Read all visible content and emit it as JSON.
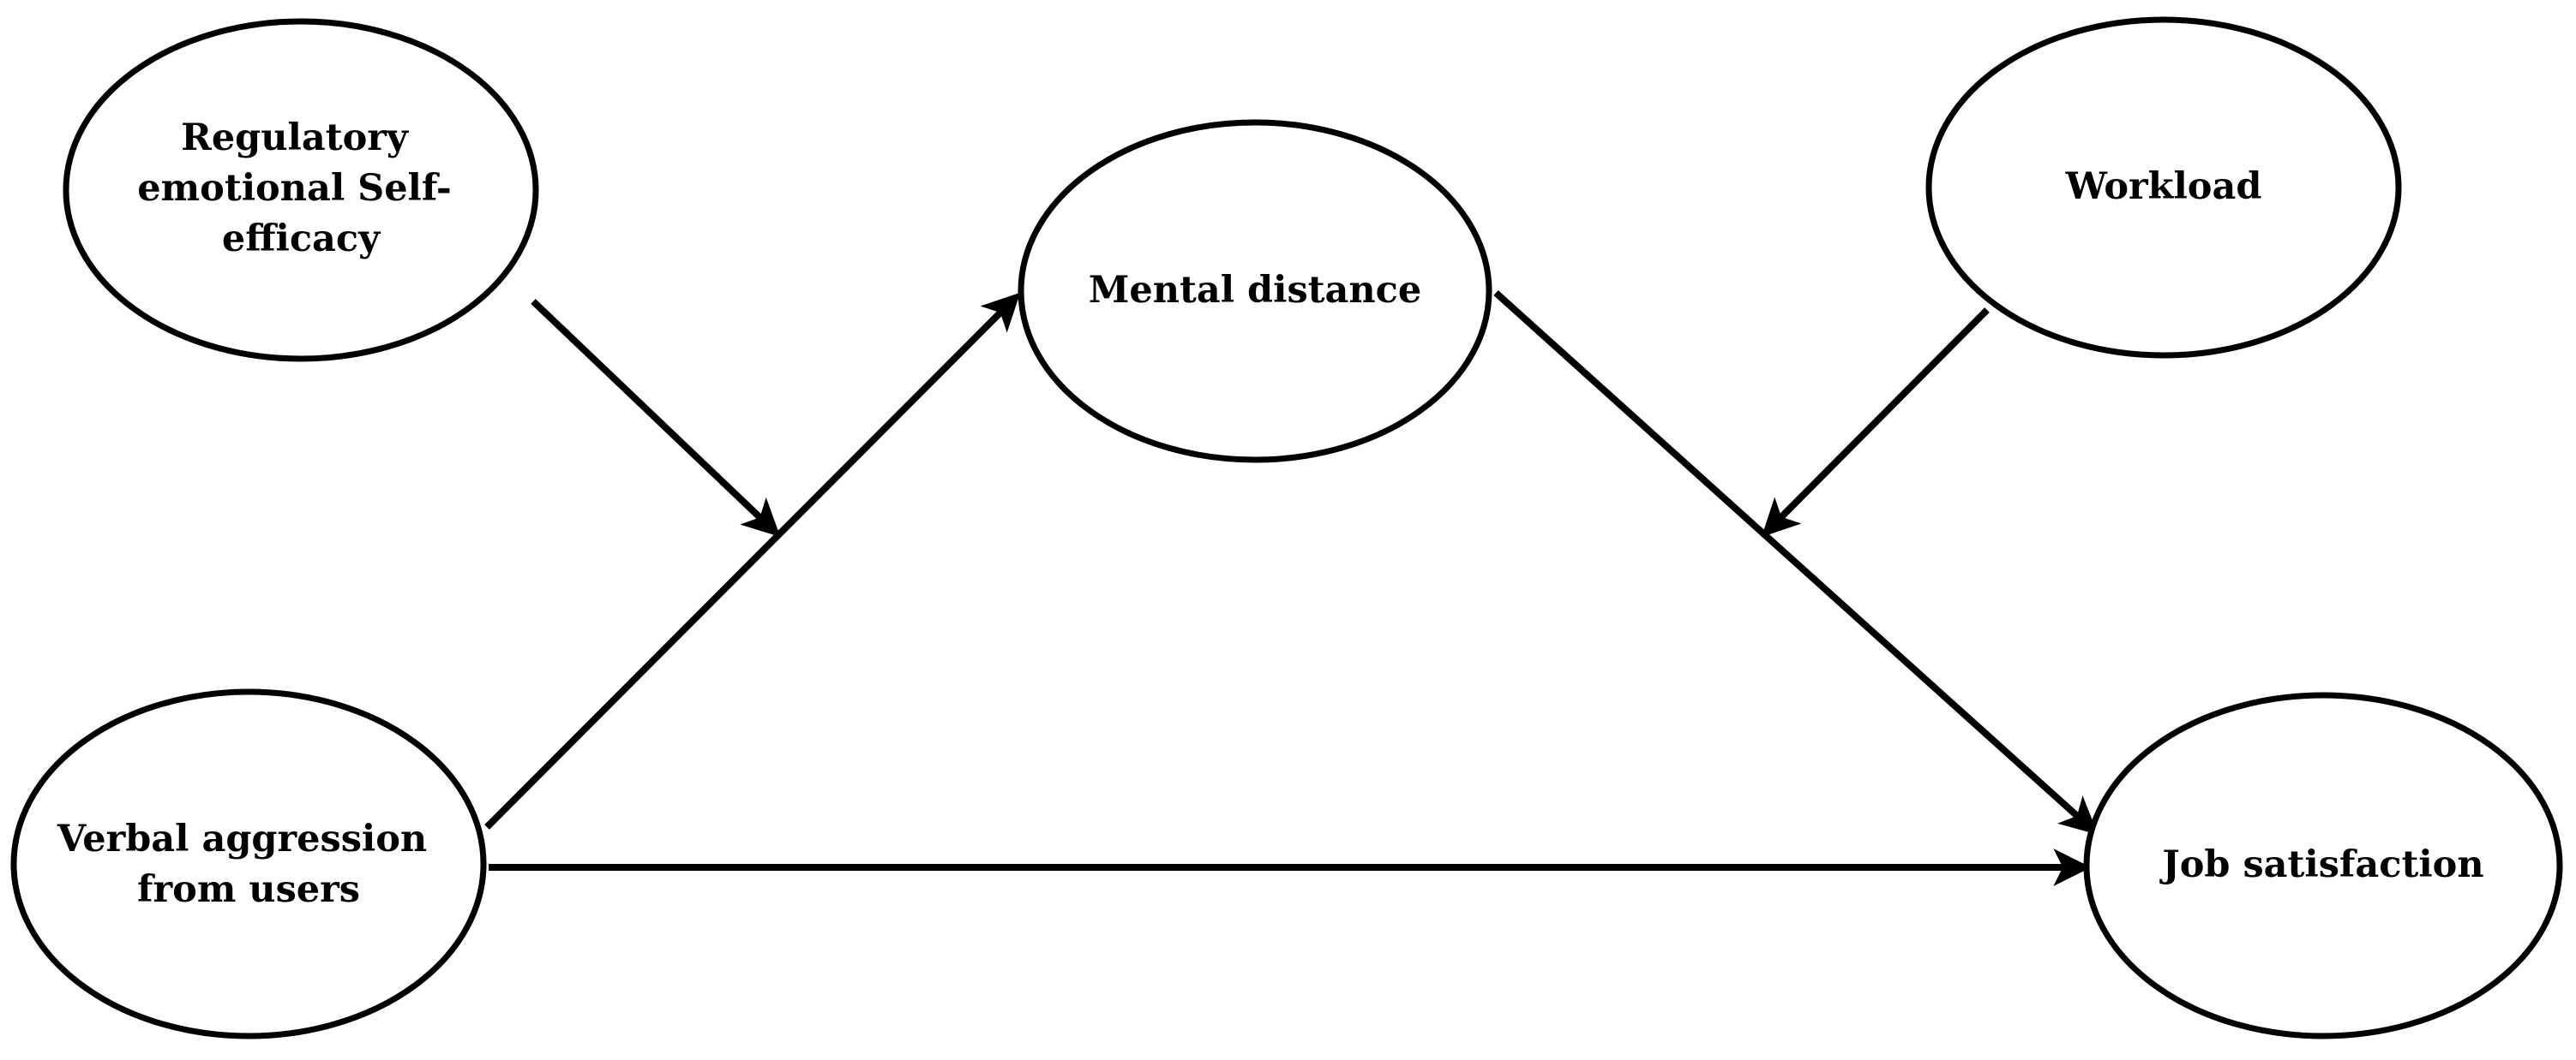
{
  "nodes": {
    "regulatory_self_efficacy": {
      "lines": [
        "Regulatory",
        "emotional Self-",
        "efficacy"
      ]
    },
    "mental_distance": {
      "lines": [
        "Mental distance"
      ]
    },
    "workload": {
      "lines": [
        "Workload"
      ]
    },
    "verbal_aggression": {
      "lines": [
        "Verbal aggression",
        "from users"
      ]
    },
    "job_satisfaction": {
      "lines": [
        "Job satisfaction"
      ]
    }
  },
  "edges": [
    {
      "from": "verbal_aggression",
      "to": "mental_distance",
      "kind": "path"
    },
    {
      "from": "mental_distance",
      "to": "job_satisfaction",
      "kind": "path"
    },
    {
      "from": "verbal_aggression",
      "to": "job_satisfaction",
      "kind": "path"
    },
    {
      "from": "regulatory_self_efficacy",
      "to": "verbal_aggression->mental_distance",
      "kind": "moderation"
    },
    {
      "from": "workload",
      "to": "mental_distance->job_satisfaction",
      "kind": "moderation"
    }
  ]
}
